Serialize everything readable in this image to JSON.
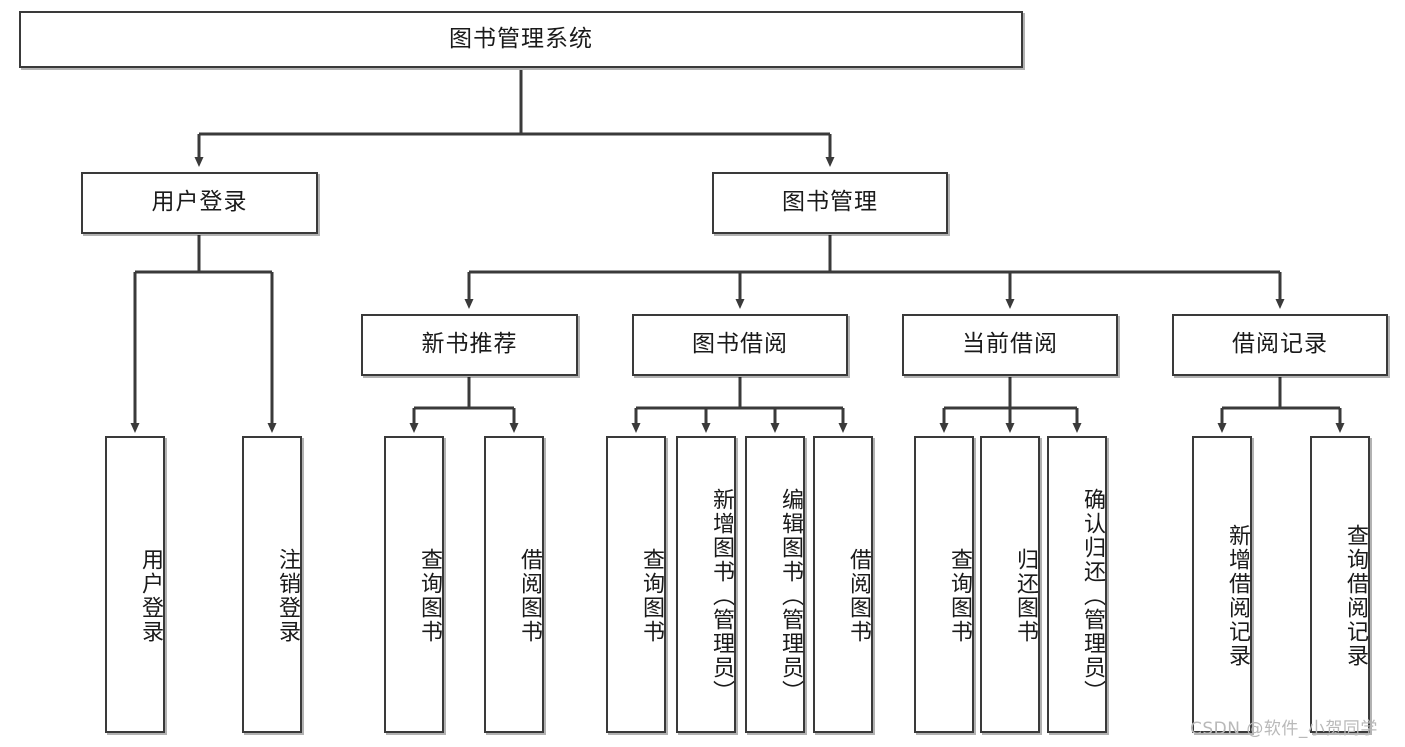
{
  "diagram": {
    "title": "图书管理系统",
    "type": "tree",
    "watermark": "CSDN @软件_小贺同学",
    "colors": {
      "stroke": "#3a3a3a",
      "fill": "#ffffff",
      "text": "#1a1a1a",
      "watermark": "#b9b9b9"
    },
    "nodes": {
      "root": "图书管理系统",
      "user_login": "用户登录",
      "book_manage": "图书管理",
      "new_book_rec": "新书推荐",
      "book_borrow": "图书借阅",
      "current_borrow": "当前借阅",
      "borrow_record": "借阅记录",
      "leaf_user_login": "用户登录",
      "leaf_logout": "注销登录",
      "leaf_query_book_1": "查询图书",
      "leaf_borrow_book_1": "借阅图书",
      "leaf_query_book_2": "查询图书",
      "leaf_add_book_admin": "新增图书（管理员）",
      "leaf_edit_book_admin": "编辑图书（管理员）",
      "leaf_borrow_book_2": "借阅图书",
      "leaf_query_book_3": "查询图书",
      "leaf_return_book": "归还图书",
      "leaf_confirm_return_admin": "确认归还（管理员）",
      "leaf_add_record": "新增借阅记录",
      "leaf_query_record": "查询借阅记录"
    }
  }
}
